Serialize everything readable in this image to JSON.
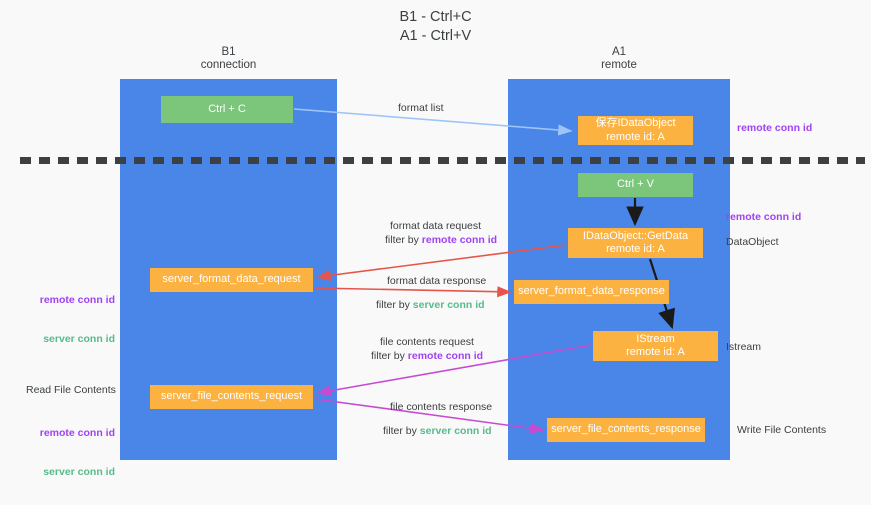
{
  "title": "B1 - Ctrl+C\nA1 - Ctrl+V",
  "columns": {
    "left": "B1\nconnection",
    "right": "A1\nremote"
  },
  "nodes": {
    "ctrl_c": "Ctrl + C",
    "save_idataobject": "保存IDataObject\nremote id: A",
    "ctrl_v": "Ctrl + V",
    "getdata": "IDataObject::GetData\nremote id: A",
    "istream": "IStream\nremote id: A",
    "server_format_data_request": "server_format_data_request",
    "server_format_data_response": "server_format_data_response",
    "server_file_contents_request": "server_file_contents_request",
    "server_file_contents_response": "server_file_contents_response"
  },
  "annotations": {
    "remote_conn_id": "remote conn id",
    "server_conn_id": "server conn id",
    "dataobject": "DataObject",
    "istream": "Istream",
    "read_file_contents": "Read File Contents",
    "write_file_contents": "Write File Contents"
  },
  "arrow_labels": {
    "format_list": "format list",
    "format_data_request": "format data request",
    "filter_by": "filter by ",
    "format_data_response": "format data response",
    "file_contents_request": "file contents request",
    "file_contents_response": "file contents response"
  },
  "colors": {
    "lane": "#4a86e8",
    "green_node": "#7bc67b",
    "orange_node": "#fbb241",
    "purple_text": "#a142f4",
    "green_text": "#57bb8a",
    "red_arrow": "#e8544a",
    "magenta_arrow": "#c74bd0",
    "light_blue_arrow": "#9fc5f8",
    "black_arrow": "#1a1a1a",
    "background": "#f9f9f9"
  }
}
